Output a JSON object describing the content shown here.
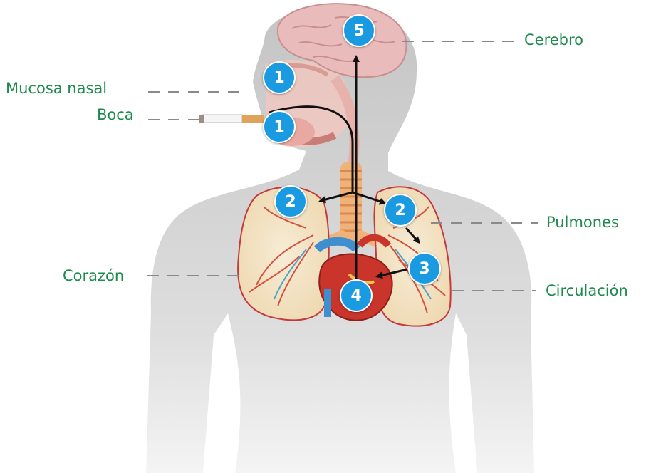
{
  "labels": {
    "mucosa_nasal": "Mucosa nasal",
    "boca": "Boca",
    "cerebro": "Cerebro",
    "pulmones": "Pulmones",
    "corazon": "Corazón",
    "circulacion": "Circulación"
  },
  "steps": {
    "nasal": "1",
    "mouth": "1",
    "lung_left": "2",
    "lung_right": "2",
    "blood": "3",
    "heart": "4",
    "brain": "5"
  },
  "colors": {
    "label_text": "#1d8a4e",
    "badge": "#1a9ae0",
    "silhouette": "#cfcfcf",
    "lung": "#f1e0c2",
    "heart": "#c9352b",
    "brain": "#e7b7b5",
    "arrow": "#111111",
    "leader_line": "#8a8a8a"
  },
  "icons": [
    "human-silhouette",
    "brain-icon",
    "lungs-icon",
    "heart-icon",
    "cigarette-icon",
    "trachea-icon"
  ]
}
